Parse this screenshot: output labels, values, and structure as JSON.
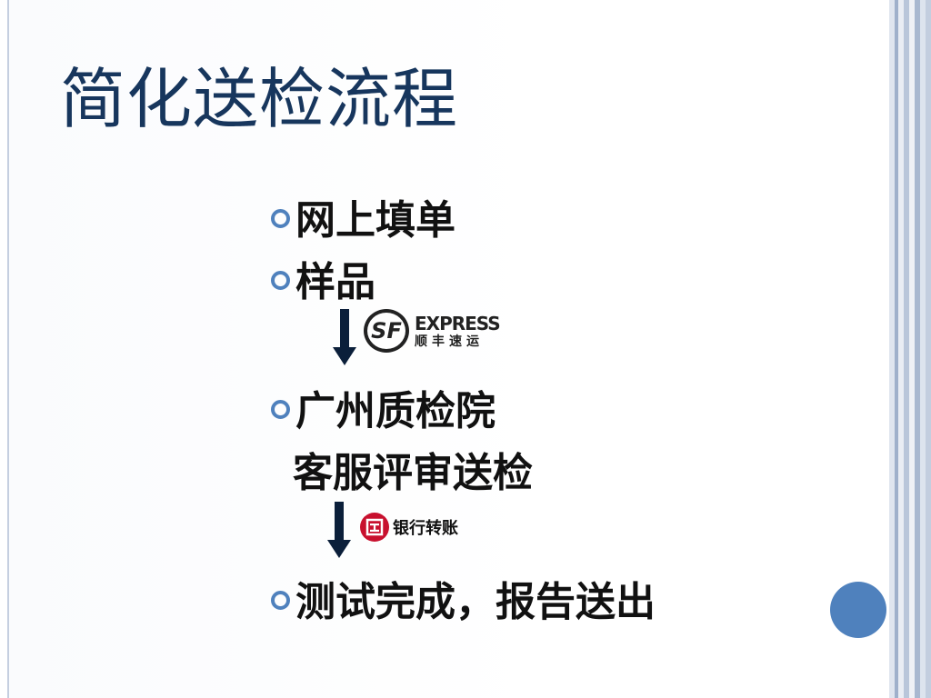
{
  "slide": {
    "title": "简化送检流程",
    "steps": [
      {
        "text": "网上填单"
      },
      {
        "text": "样品"
      },
      {
        "text": "广州质检院",
        "continuation": "客服评审送检"
      },
      {
        "text": "测试完成，报告送出"
      }
    ],
    "sf_logo": {
      "badge": "SF",
      "english": "EXPRESS",
      "chinese": "顺丰速运"
    },
    "bank_logo": {
      "text": "银行转账",
      "icon": "icbc-bank-icon"
    },
    "colors": {
      "title": "#17365d",
      "bullet": "#4f81bd",
      "arrow": "#0b1f3a",
      "bank": "#c8102e",
      "accent_circle": "#4f81bd"
    }
  }
}
